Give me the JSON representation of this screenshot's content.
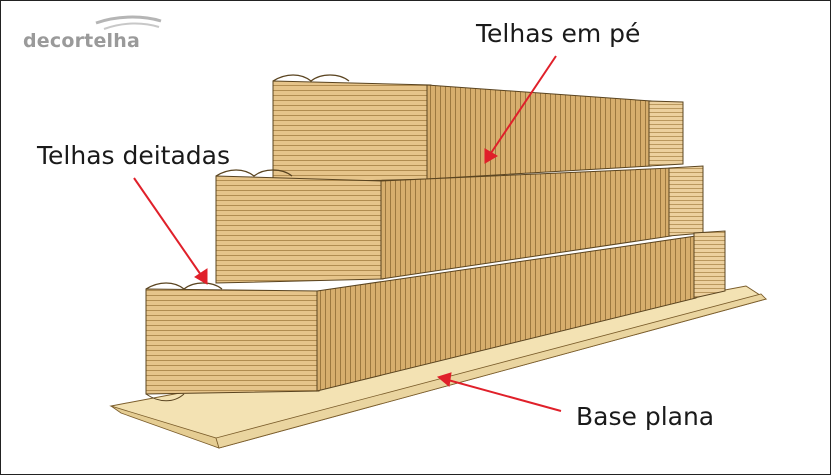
{
  "logo": {
    "text": "decortelha"
  },
  "labels": {
    "standing": "Telhas em pé",
    "lying": "Telhas deitadas",
    "base": "Base plana"
  },
  "colors": {
    "tile_light": "#e8c991",
    "tile_mid": "#d6ad6c",
    "tile_dark": "#b98d4c",
    "base": "#f3e2b3",
    "arrow": "#e0202a",
    "outline": "#5a4420"
  }
}
